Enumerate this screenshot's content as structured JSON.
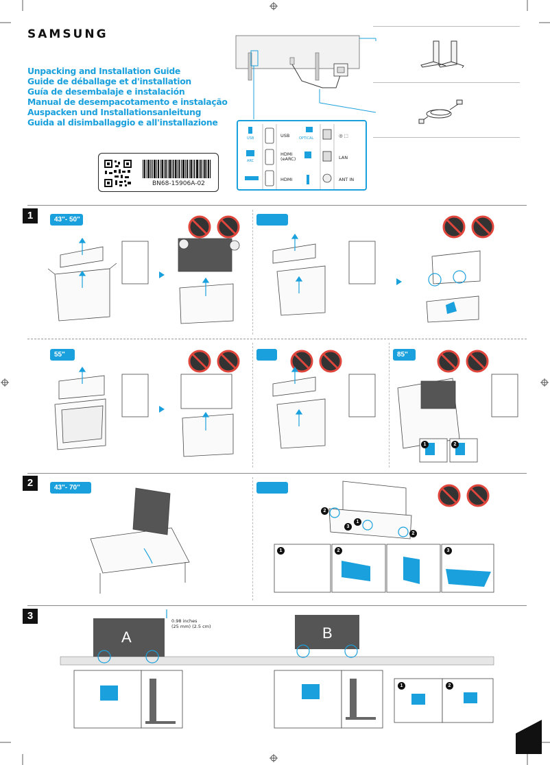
{
  "brand": "SAMSUNG",
  "titles": [
    "Unpacking and Installation Guide",
    "Guide de déballage et d'installation",
    "Guía de desembalaje e instalación",
    "Manual de desempacotamento e instalação",
    "Auspacken und Installationsanleitung",
    "Guida al disimballaggio e all'installazione"
  ],
  "label": {
    "code": "BN68-15906A-02"
  },
  "ports": {
    "usb_icon_label": "USB",
    "usb_port": "USB",
    "optical_label": "OPTICAL",
    "arc_label": "ARC",
    "hdmi_earc": "HDMI (eARC)",
    "lan": "LAN",
    "hdmi": "HDMI",
    "ant_in": "ANT IN"
  },
  "steps": {
    "s1": "1",
    "s2": "2",
    "s3": "3"
  },
  "size_tags": {
    "s1_a": "43\"- 50\"",
    "s1_b": "55\"",
    "s1_c": "85\"",
    "s2_a": "43\"- 70\""
  },
  "callouts": {
    "one": "1",
    "two": "2",
    "three": "3"
  },
  "step3": {
    "dim_inches": "0.98 inches",
    "dim_metric": "(25 mm) (2.5 cm)",
    "stand_a": "A",
    "stand_b": "B"
  },
  "colors": {
    "accent": "#1aa0dc",
    "ink": "#111111",
    "prohibit": "#e0463c"
  }
}
